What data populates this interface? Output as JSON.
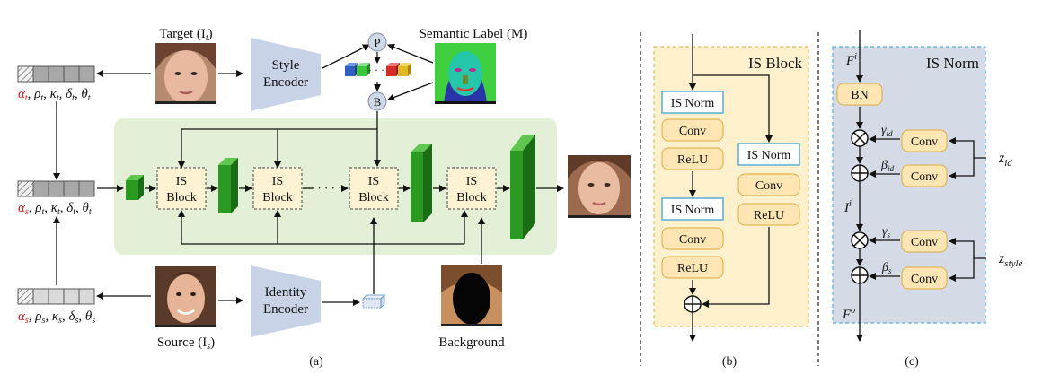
{
  "panel_a": {
    "caption": "(a)",
    "target_label": "Target",
    "target_sym": "(I",
    "target_sub": "t",
    "source_label": "Source",
    "source_sym": "(I",
    "source_sub": "s",
    "semantic_label": "Semantic Label (M)",
    "background_label": "Background",
    "style_encoder": [
      "Style",
      "Encoder"
    ],
    "identity_encoder": [
      "Identity",
      "Encoder"
    ],
    "pool_node": "P",
    "broadcast_node": "B",
    "is_block_line1": "IS",
    "is_block_line2": "Block",
    "ellipsis": "· · · ·",
    "param_row_top": {
      "alpha": "α",
      "alpha_sub": "t",
      "rest": ", ρ",
      "rest_sub": "t"
    },
    "param_rows": [
      {
        "alpha": "αt",
        "rest": "ρt, κt, δt, θt"
      },
      {
        "alpha": "αs",
        "rest": "ρt, κt, δt, θt"
      },
      {
        "alpha": "αs",
        "rest": "ρs, κs, δs, θs"
      }
    ]
  },
  "panel_b": {
    "caption": "(b)",
    "title": "IS Block",
    "is_norm": "IS Norm",
    "conv": "Conv",
    "relu": "ReLU"
  },
  "panel_c": {
    "caption": "(c)",
    "title": "IS Norm",
    "bn": "BN",
    "conv": "Conv",
    "input": "F",
    "input_sup": "i",
    "mid": "I",
    "mid_sup": "i",
    "output": "F",
    "output_sup": "o",
    "gamma_id": "γ",
    "gamma_id_sub": "id",
    "beta_id": "β",
    "beta_id_sub": "id",
    "gamma_s": "γ",
    "gamma_s_sub": "s",
    "beta_s": "β",
    "beta_s_sub": "s",
    "z_id": "z",
    "z_id_sub": "id",
    "z_style": "z",
    "z_style_sub": "style"
  },
  "colors": {
    "green_bg": "#e3efd6",
    "block_fill": "#fdf3d2",
    "block_border": "#b58a2a",
    "encoder": "#c9d3e8",
    "node": "#cfd8e6",
    "is_block_bg": "#fdf0cc",
    "is_norm_bg": "#d5dbe6",
    "conv_fill": "#fde6b4",
    "is_norm_border": "#5aaed2",
    "cube_green": "#2a9a22",
    "alpha_red": "#d01818"
  }
}
